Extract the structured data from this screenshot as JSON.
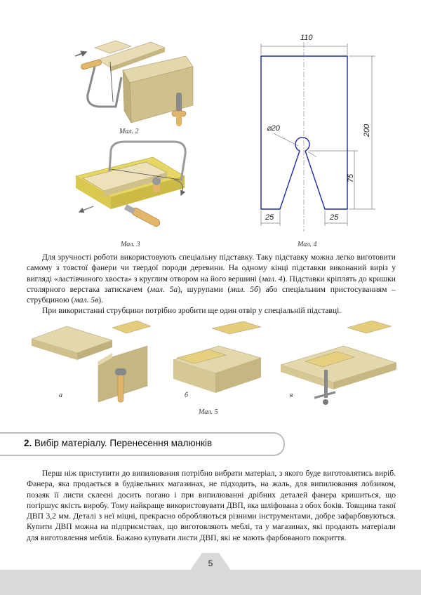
{
  "figures": {
    "fig2_caption": "Мал. 2",
    "fig3_caption": "Мал. 3",
    "fig4_caption": "Мал. 4",
    "fig5_caption": "Мал. 5",
    "fig5_sub": [
      "а",
      "б",
      "в"
    ]
  },
  "drawing": {
    "dim_width": "110",
    "dim_height": "200",
    "dim_diameter": "⌀20",
    "dim_notch": "75",
    "dim_left_foot": "25",
    "dim_right_foot": "25"
  },
  "paragraphs": {
    "p1_a": "Для зручності роботи використовують спеціальну підставку. Таку підставку можна легко виготовити самому з товстої фанери чи твердої породи деревини. На одному кінці підставки виконаний виріз у вигляді «ластівчиного хвоста» з круглим отвором на його вершині (",
    "p1_ref1": "мал. 4",
    "p1_b": "). Підставки кріплять до кришки столярного верстака затискачем (",
    "p1_ref2": "мал. 5а",
    "p1_c": "), шурупами (",
    "p1_ref3": "мал. 5б",
    "p1_d": ") або спеціальним пристосуванням – струбциною (",
    "p1_ref4": "мал. 5в",
    "p1_e": ").",
    "p2": "При використанні струбцини потрібно зробити ще один отвір у спеціальній підставці.",
    "p3": "Перш ніж приступити до випилювання потрібно вибрати матеріал, з якого буде виготовлятись виріб. Фанера, яка продається в будівельних магазинах, не підходить, на жаль, для випилювання лобзиком, позаяк її листи склеєні досить погано і при випилюванні дрібних деталей фанера кришиться, що погіршує якість виробу. Тому найкраще використовувати ДВП, яка шліфована з обох боків. Товщина такої ДВП 3,2 мм. Деталі з неї міцні, прекрасно обробляються різними інструментами, добре зафарбовуються. Купити ДВП можна на підприємствах, що виготовляють меблі, та у магазинах, які продають матеріали для виготовлення меблів. Бажано купувати листи ДВП, які не мають фарбованого покриття."
  },
  "section": {
    "number": "2.",
    "title": "Вибір матеріалу. Перенесення малюнків"
  },
  "page_number": "5",
  "colors": {
    "wood": "#d8c99a",
    "wood_dark": "#b8a676",
    "yellow": "#e3d35a",
    "blueprint": "#1a2aa8",
    "footer": "#d9d9d9"
  }
}
